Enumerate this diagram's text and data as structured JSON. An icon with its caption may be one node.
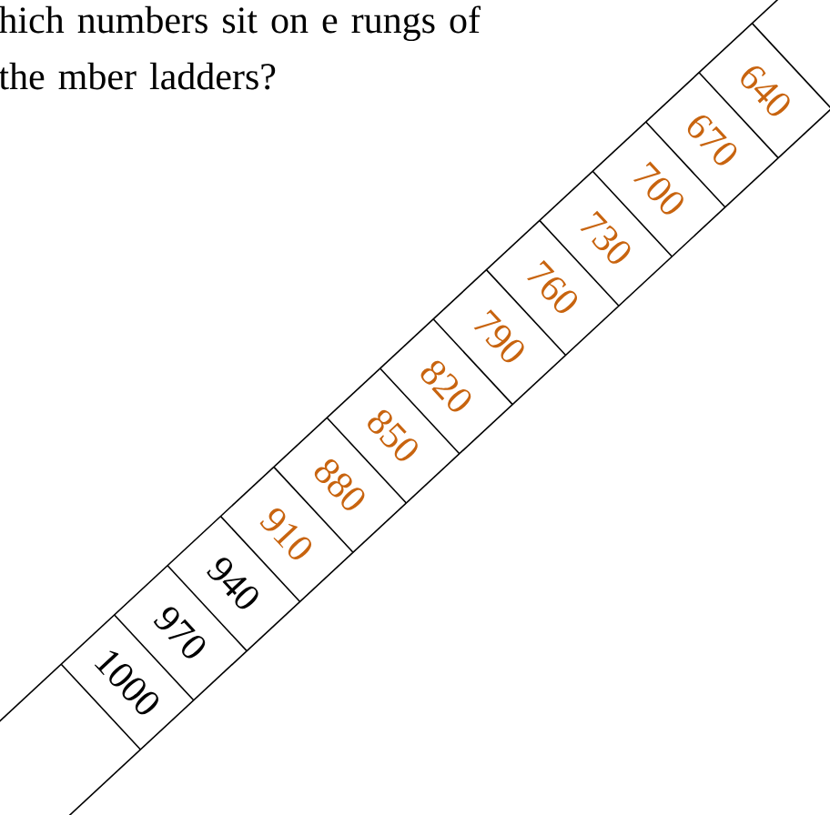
{
  "diagram": {
    "title": "hich numbers sit on e rungs of the mber ladders?",
    "labels": [
      "1000",
      "970",
      "940",
      "910",
      "880",
      "850",
      "820",
      "790",
      "760",
      "730",
      "700",
      "670",
      "640"
    ]
  }
}
